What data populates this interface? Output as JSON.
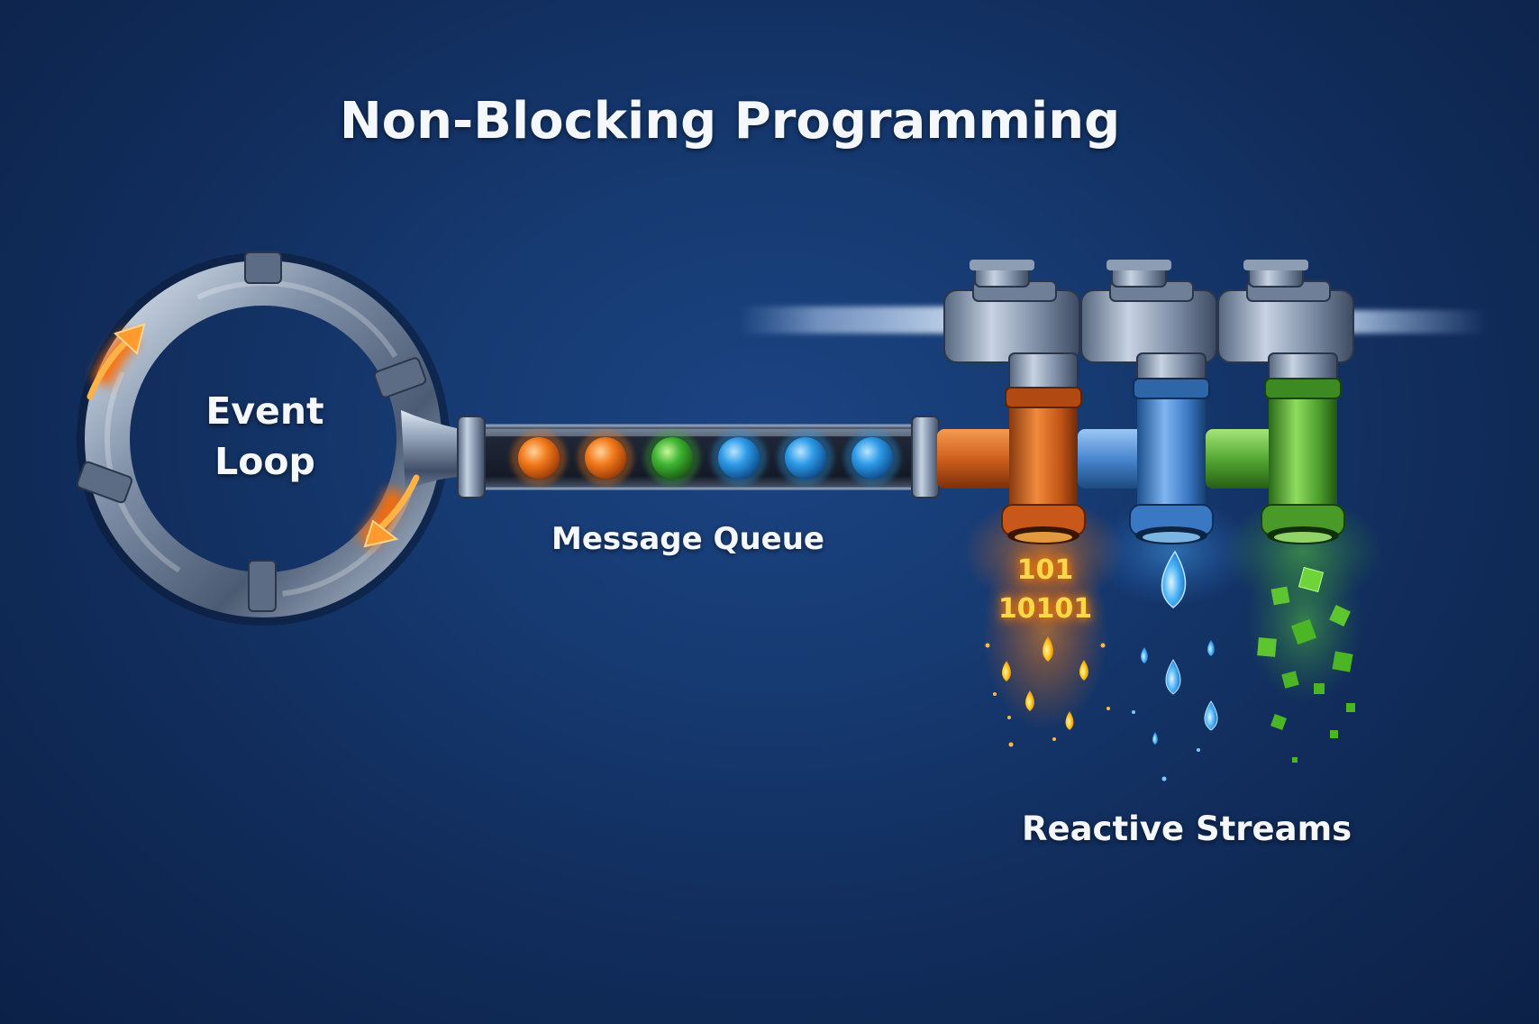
{
  "title": "Non-Blocking Programming",
  "event_loop": {
    "line1": "Event",
    "line2": "Loop"
  },
  "message_queue": {
    "label": "Message Queue",
    "messages": [
      {
        "color": "#f07a1e"
      },
      {
        "color": "#f07a1e"
      },
      {
        "color": "#3fb533"
      },
      {
        "color": "#2e9be8"
      },
      {
        "color": "#2e9be8"
      },
      {
        "color": "#2e9be8"
      }
    ]
  },
  "streams": {
    "label": "Reactive Streams",
    "binary": [
      "101",
      "10101"
    ],
    "pipe_colors": {
      "orange": "#e06a1c",
      "blue": "#3a86d8",
      "green": "#4caf2c"
    }
  },
  "colors": {
    "background": "#163a72",
    "pipe_metal": "#8c9db4",
    "arrow_glow": "#ff6a00"
  }
}
